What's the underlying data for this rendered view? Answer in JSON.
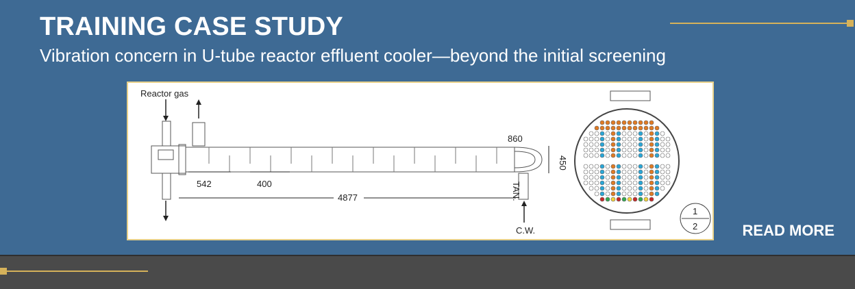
{
  "header": {
    "title": "TRAINING CASE STUDY",
    "subtitle": "Vibration concern in U-tube reactor effluent cooler—beyond the initial screening"
  },
  "figure": {
    "labels": {
      "reactor_gas": "Reactor gas",
      "dim_860": "860",
      "dim_450": "450",
      "dim_542": "542",
      "dim_400": "400",
      "dim_4877": "4877",
      "tan": "TAN.",
      "cw": "C.W.",
      "pass_1": "1",
      "pass_2": "2"
    }
  },
  "cta": {
    "read_more": "READ MORE"
  },
  "colors": {
    "background": "#3e6a94",
    "accent_gold": "#d6b25a",
    "footer": "#4a4a4a"
  }
}
